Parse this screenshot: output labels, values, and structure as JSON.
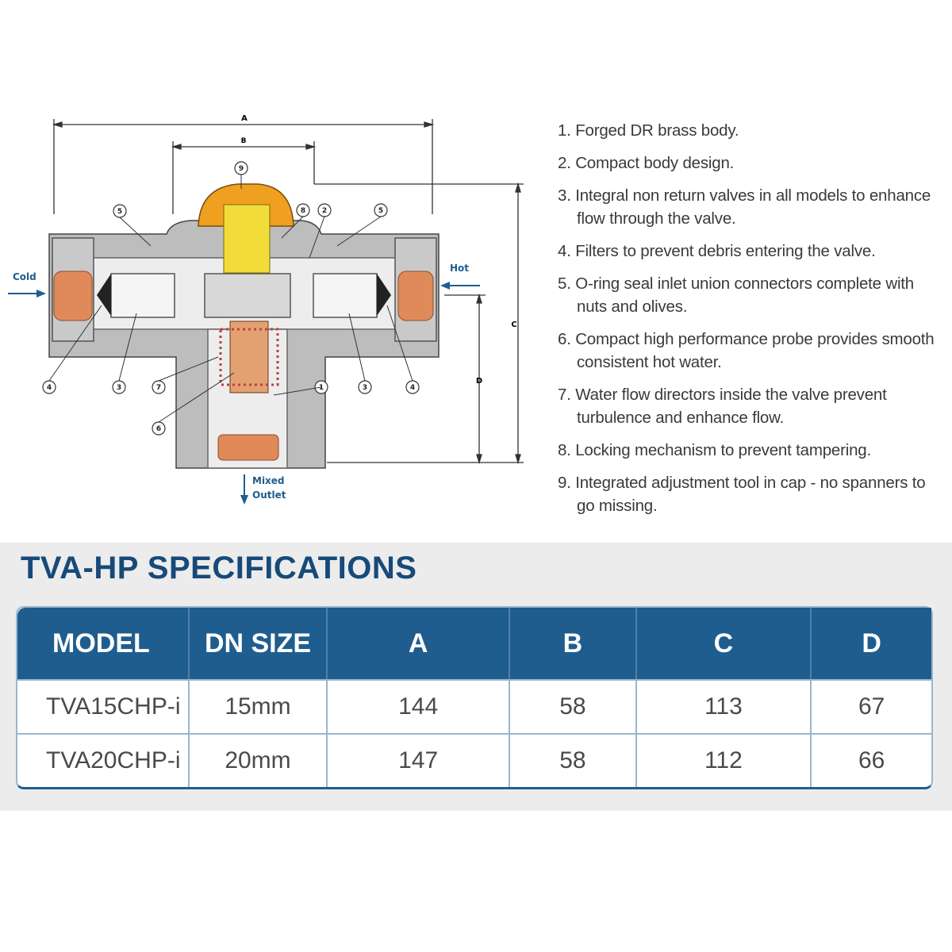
{
  "diagram": {
    "dimension_labels": {
      "a": "A",
      "b": "B",
      "c": "C",
      "d": "D"
    },
    "flow_labels": {
      "cold": "Cold",
      "hot": "Hot",
      "mixed_line1": "Mixed",
      "mixed_line2": "Outlet"
    },
    "callouts": [
      "9",
      "5",
      "8",
      "2",
      "5",
      "4",
      "3",
      "7",
      "1",
      "3",
      "4",
      "6"
    ],
    "colors": {
      "body": "#bdbdbd",
      "cap": "#f0a020",
      "insert": "#f2dc3a",
      "copper": "#e08a5a",
      "flow_arrow": "#1f5d8f"
    }
  },
  "features": [
    "1. Forged DR brass body.",
    "2. Compact body design.",
    "3. Integral non return valves in all models to enhance flow through the valve.",
    "4. Filters to prevent debris entering the valve.",
    "5. O-ring seal inlet union connectors complete with nuts and olives.",
    "6. Compact high performance probe provides smooth consistent hot water.",
    "7. Water flow directors inside the valve prevent turbulence and enhance flow.",
    "8. Locking mechanism to prevent tampering.",
    "9. Integrated adjustment tool in cap - no spanners to go missing."
  ],
  "specs": {
    "title": "TVA-HP SPECIFICATIONS",
    "headers": [
      "MODEL",
      "DN SIZE",
      "A",
      "B",
      "C",
      "D"
    ],
    "rows": [
      [
        "TVA15CHP-i",
        "15mm",
        "144",
        "58",
        "113",
        "67"
      ],
      [
        "TVA20CHP-i",
        "20mm",
        "147",
        "58",
        "112",
        "66"
      ]
    ],
    "header_color": "#1f5d8f"
  }
}
